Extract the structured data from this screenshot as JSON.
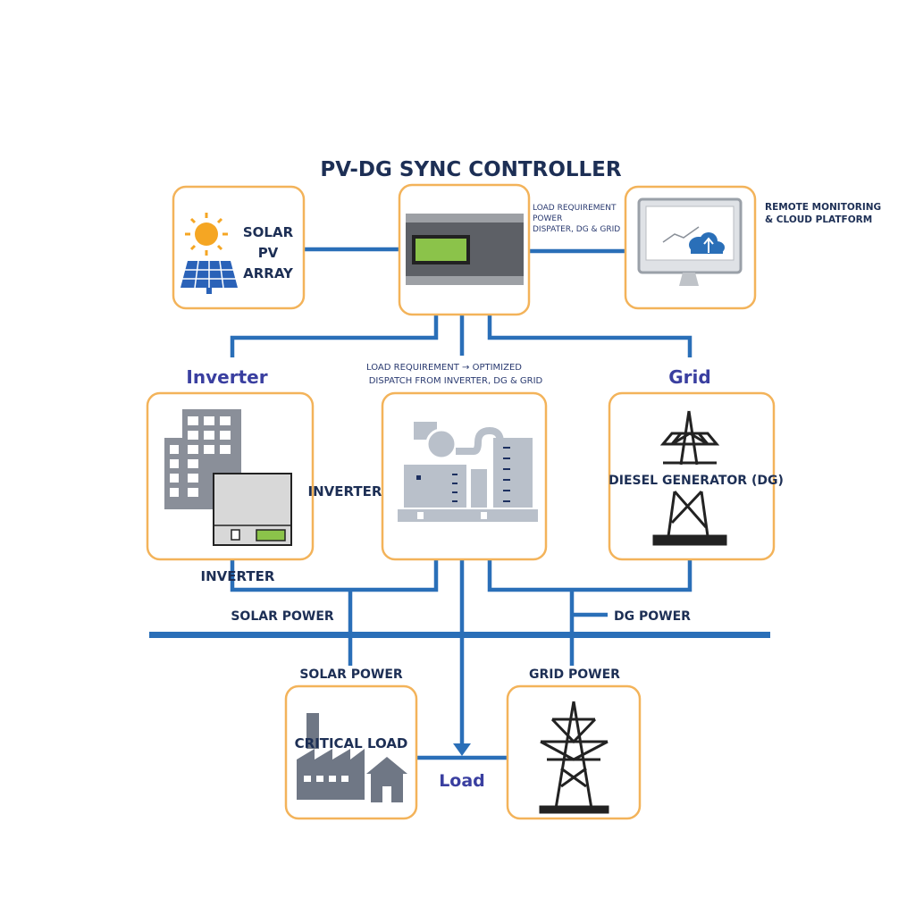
{
  "title": "PV-DG SYNC CONTROLLER",
  "colors": {
    "line": "#2a6fb8",
    "box_border": "#f3b35a",
    "text": "#1d2f55",
    "heading": "#3a3fa0",
    "screen": "#8bc34a"
  },
  "solar": {
    "label_lines": [
      "SOLAR",
      "PV",
      "ARRAY"
    ],
    "icons": [
      "sun-icon",
      "solar-panel-icon"
    ]
  },
  "controller": {
    "icon": "controller-device-icon",
    "right_note": [
      "LOAD REQUIREMENT",
      "POWER",
      "DISPATER, DG & GRID"
    ]
  },
  "monitoring": {
    "icon": "monitor-cloud-icon",
    "label_lines": [
      "REMOTE MONITORING",
      "& CLOUD PLATFORM"
    ]
  },
  "middle_note": [
    "LOAD REQUIREMENT → OPTIMIZED",
    "DISPATCH FROM INVERTER, DG & GRID"
  ],
  "inverter": {
    "heading": "Inverter",
    "side_label": "INVERTER",
    "bottom_label": "INVERTER",
    "icon": "inverter-building-icon"
  },
  "generator": {
    "icon": "diesel-generator-icon"
  },
  "grid": {
    "heading": "Grid",
    "box_label": "DIESEL GENERATOR (DG)",
    "icon": "transmission-tower-icon"
  },
  "bus_labels": {
    "solar_power_top": "SOLAR POWER",
    "dg_power": "DG POWER",
    "solar_power_bottom": "SOLAR POWER",
    "grid_power": "GRID POWER"
  },
  "critical_load": {
    "label": "CRITICAL LOAD",
    "icon": "factory-house-icon"
  },
  "load": {
    "label": "Load"
  },
  "grid_power_box": {
    "icon": "transmission-tower-icon"
  }
}
